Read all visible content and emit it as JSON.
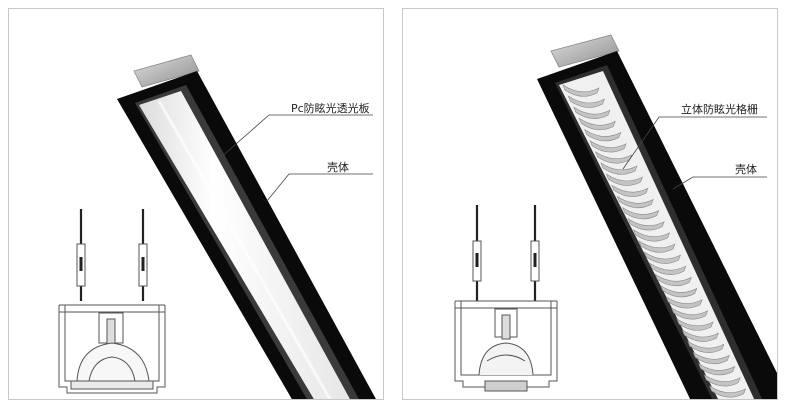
{
  "left_panel": {
    "labels": {
      "diffuser": "Pc防眩光透光板",
      "housing": "壳体"
    }
  },
  "right_panel": {
    "labels": {
      "grille": "立体防眩光格栅",
      "housing": "壳体"
    }
  },
  "colors": {
    "housing_black": "#0a0a0a",
    "aluminum": "#b5b5b5",
    "diffuser": "#f4f4f4",
    "line": "#444444",
    "border": "#c8c8c8"
  }
}
